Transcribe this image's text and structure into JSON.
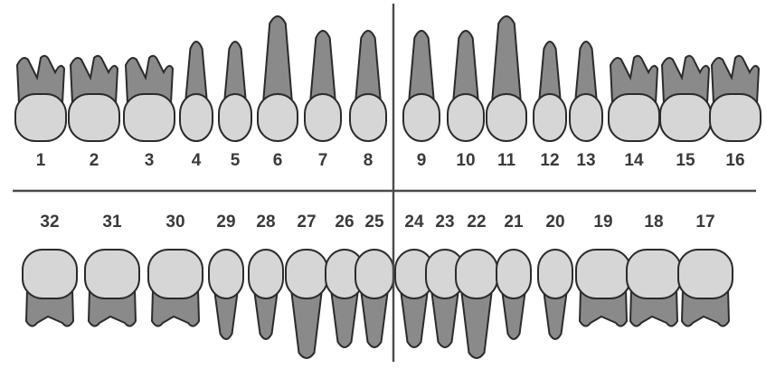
{
  "chart_data": {
    "type": "diagram",
    "upper_teeth": [
      {
        "number": "1",
        "kind": "molar"
      },
      {
        "number": "2",
        "kind": "molar"
      },
      {
        "number": "3",
        "kind": "molar"
      },
      {
        "number": "4",
        "kind": "premolar"
      },
      {
        "number": "5",
        "kind": "premolar"
      },
      {
        "number": "6",
        "kind": "canine"
      },
      {
        "number": "7",
        "kind": "incisor"
      },
      {
        "number": "8",
        "kind": "incisor"
      },
      {
        "number": "9",
        "kind": "incisor"
      },
      {
        "number": "10",
        "kind": "incisor"
      },
      {
        "number": "11",
        "kind": "canine"
      },
      {
        "number": "12",
        "kind": "premolar"
      },
      {
        "number": "13",
        "kind": "premolar"
      },
      {
        "number": "14",
        "kind": "molar"
      },
      {
        "number": "15",
        "kind": "molar"
      },
      {
        "number": "16",
        "kind": "molar"
      }
    ],
    "lower_teeth": [
      {
        "number": "32",
        "kind": "molar"
      },
      {
        "number": "31",
        "kind": "molar"
      },
      {
        "number": "30",
        "kind": "molar"
      },
      {
        "number": "29",
        "kind": "premolar"
      },
      {
        "number": "28",
        "kind": "premolar"
      },
      {
        "number": "27",
        "kind": "canine"
      },
      {
        "number": "26",
        "kind": "incisor"
      },
      {
        "number": "25",
        "kind": "incisor"
      },
      {
        "number": "24",
        "kind": "incisor"
      },
      {
        "number": "23",
        "kind": "incisor"
      },
      {
        "number": "22",
        "kind": "canine"
      },
      {
        "number": "21",
        "kind": "premolar"
      },
      {
        "number": "20",
        "kind": "premolar"
      },
      {
        "number": "19",
        "kind": "molar"
      },
      {
        "number": "18",
        "kind": "molar"
      },
      {
        "number": "17",
        "kind": "molar"
      }
    ],
    "colors": {
      "root": "#8a8a8a",
      "crown": "#d6d6d6",
      "outline": "#2b2b2b",
      "text": "#3a3a3a"
    }
  }
}
